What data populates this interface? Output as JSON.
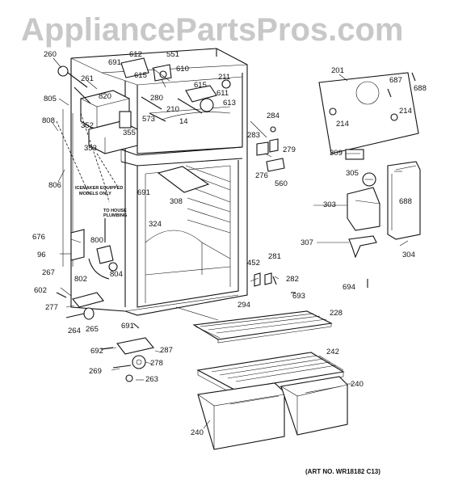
{
  "watermark": "AppliancePartsPros.com",
  "art_number": "(ART NO. WR18182 C13)",
  "notes": {
    "icemaker": [
      "ICEMAKER EQUIPPED",
      "MODELS ONLY"
    ],
    "plumbing": [
      "TO HOUSE",
      "PLUMBING"
    ]
  },
  "part_labels": [
    {
      "id": "260",
      "text": "260"
    },
    {
      "id": "261",
      "text": "261"
    },
    {
      "id": "805",
      "text": "805"
    },
    {
      "id": "808",
      "text": "808"
    },
    {
      "id": "806",
      "text": "806"
    },
    {
      "id": "820",
      "text": "820"
    },
    {
      "id": "352",
      "text": "352"
    },
    {
      "id": "353",
      "text": "353"
    },
    {
      "id": "355",
      "text": "355"
    },
    {
      "id": "691a",
      "text": "691"
    },
    {
      "id": "612",
      "text": "612"
    },
    {
      "id": "615a",
      "text": "615"
    },
    {
      "id": "551",
      "text": "551"
    },
    {
      "id": "610",
      "text": "610"
    },
    {
      "id": "211",
      "text": "211"
    },
    {
      "id": "615b",
      "text": "615"
    },
    {
      "id": "611",
      "text": "611"
    },
    {
      "id": "613",
      "text": "613"
    },
    {
      "id": "280",
      "text": "280"
    },
    {
      "id": "210",
      "text": "210"
    },
    {
      "id": "573",
      "text": "573"
    },
    {
      "id": "14",
      "text": "14"
    },
    {
      "id": "284",
      "text": "284"
    },
    {
      "id": "283",
      "text": "283"
    },
    {
      "id": "279",
      "text": "279"
    },
    {
      "id": "276",
      "text": "276"
    },
    {
      "id": "560",
      "text": "560"
    },
    {
      "id": "201",
      "text": "201"
    },
    {
      "id": "687",
      "text": "687"
    },
    {
      "id": "688a",
      "text": "688"
    },
    {
      "id": "214a",
      "text": "214"
    },
    {
      "id": "214b",
      "text": "214"
    },
    {
      "id": "309",
      "text": "309"
    },
    {
      "id": "305",
      "text": "305"
    },
    {
      "id": "303",
      "text": "303"
    },
    {
      "id": "688b",
      "text": "688"
    },
    {
      "id": "307",
      "text": "307"
    },
    {
      "id": "304",
      "text": "304"
    },
    {
      "id": "691b",
      "text": "691"
    },
    {
      "id": "308",
      "text": "308"
    },
    {
      "id": "324",
      "text": "324"
    },
    {
      "id": "676",
      "text": "676"
    },
    {
      "id": "800",
      "text": "800"
    },
    {
      "id": "96",
      "text": "96"
    },
    {
      "id": "267",
      "text": "267"
    },
    {
      "id": "804",
      "text": "804"
    },
    {
      "id": "802",
      "text": "802"
    },
    {
      "id": "602",
      "text": "602"
    },
    {
      "id": "277",
      "text": "277"
    },
    {
      "id": "264",
      "text": "264"
    },
    {
      "id": "265",
      "text": "265"
    },
    {
      "id": "452",
      "text": "452"
    },
    {
      "id": "281",
      "text": "281"
    },
    {
      "id": "282",
      "text": "282"
    },
    {
      "id": "693",
      "text": "693"
    },
    {
      "id": "294",
      "text": "294"
    },
    {
      "id": "694",
      "text": "694"
    },
    {
      "id": "228",
      "text": "228"
    },
    {
      "id": "691c",
      "text": "691"
    },
    {
      "id": "692",
      "text": "692"
    },
    {
      "id": "287",
      "text": "287"
    },
    {
      "id": "278",
      "text": "278"
    },
    {
      "id": "269",
      "text": "269"
    },
    {
      "id": "263",
      "text": "263"
    },
    {
      "id": "242",
      "text": "242"
    },
    {
      "id": "240a",
      "text": "240"
    },
    {
      "id": "240b",
      "text": "240"
    }
  ]
}
